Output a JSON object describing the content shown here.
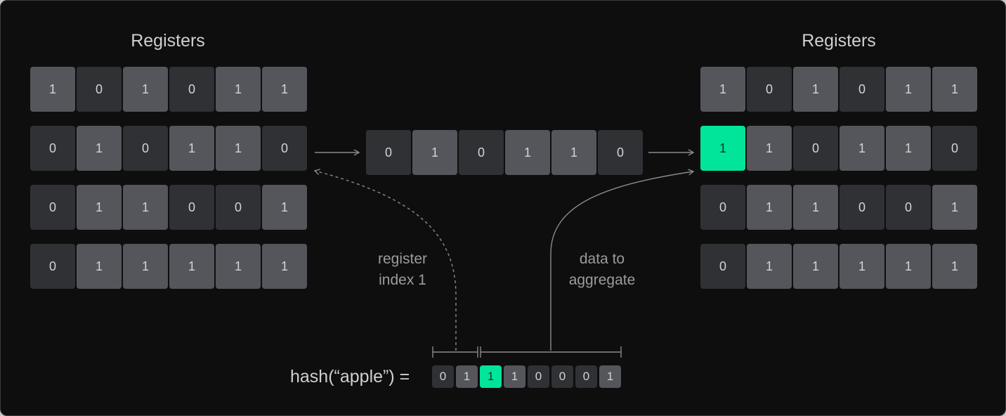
{
  "left": {
    "title": "Registers",
    "rows": [
      [
        "1",
        "0",
        "1",
        "0",
        "1",
        "1"
      ],
      [
        "0",
        "1",
        "0",
        "1",
        "1",
        "0"
      ],
      [
        "0",
        "1",
        "1",
        "0",
        "0",
        "1"
      ],
      [
        "0",
        "1",
        "1",
        "1",
        "1",
        "1"
      ]
    ]
  },
  "middle": {
    "row": [
      "0",
      "1",
      "0",
      "1",
      "1",
      "0"
    ]
  },
  "right": {
    "title": "Registers",
    "rows": [
      [
        "1",
        "0",
        "1",
        "0",
        "1",
        "1"
      ],
      [
        "1",
        "1",
        "0",
        "1",
        "1",
        "0"
      ],
      [
        "0",
        "1",
        "1",
        "0",
        "0",
        "1"
      ],
      [
        "0",
        "1",
        "1",
        "1",
        "1",
        "1"
      ]
    ],
    "highlight": {
      "row": 1,
      "col": 0
    }
  },
  "captions": {
    "register_index_line1": "register",
    "register_index_line2": "index 1",
    "data_line1": "data to",
    "data_line2": "aggregate"
  },
  "hash": {
    "label": "hash(“apple”) =",
    "bits": [
      "0",
      "1",
      "1",
      "1",
      "0",
      "0",
      "0",
      "1"
    ],
    "highlight_index": 2
  },
  "colors": {
    "background": "#0e0e0f",
    "cell_light": "#54565b",
    "cell_dark": "#303134",
    "highlight": "#00e59a",
    "text": "#d4d4d6",
    "caption": "#9c9c9f",
    "line": "#8a8a8d"
  }
}
